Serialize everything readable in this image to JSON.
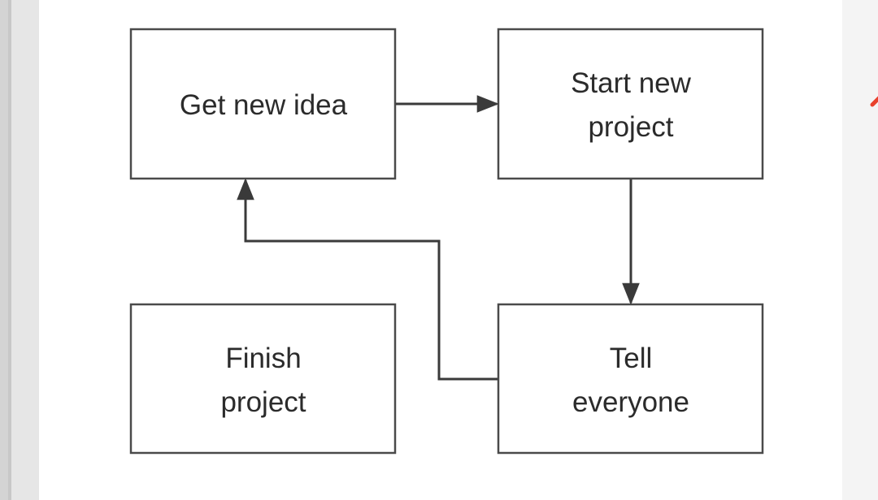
{
  "diagram": {
    "nodes": [
      {
        "id": "get-new-idea",
        "lines": [
          "Get new idea"
        ]
      },
      {
        "id": "start-new-project",
        "lines": [
          "Start new",
          "project"
        ]
      },
      {
        "id": "tell-everyone",
        "lines": [
          "Tell",
          "everyone"
        ]
      },
      {
        "id": "finish-project",
        "lines": [
          "Finish",
          "project"
        ]
      }
    ],
    "edges": [
      {
        "from": "get-new-idea",
        "to": "start-new-project"
      },
      {
        "from": "start-new-project",
        "to": "tell-everyone"
      },
      {
        "from": "tell-everyone",
        "to": "get-new-idea"
      }
    ]
  },
  "colors": {
    "box_stroke": "#4a4a4a",
    "arrow": "#3a3a3a",
    "text": "#2b2b2b",
    "accent_mark": "#e8412c"
  }
}
